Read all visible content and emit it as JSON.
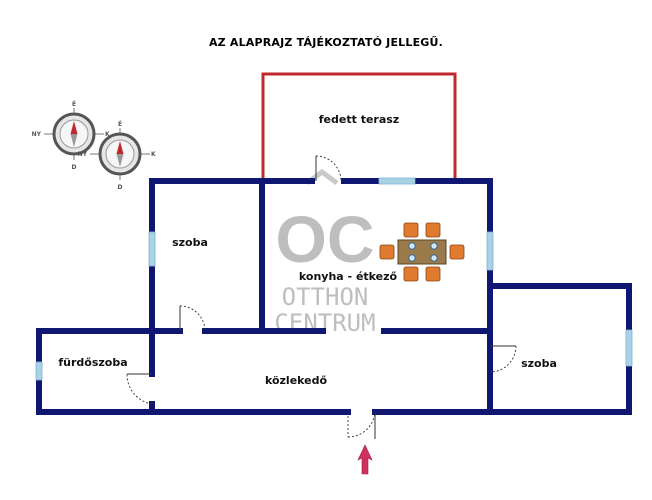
{
  "header": {
    "title": "AZ ALAPRAJZ TÁJÉKOZTATÓ JELLEGŰ."
  },
  "rooms": {
    "terrace": "fedett terasz",
    "room_left": "szoba",
    "kitchen": "konyha - étkező",
    "bathroom": "fürdőszoba",
    "hallway": "közlekedő",
    "room_right": "szoba"
  },
  "watermark": {
    "mark": "OC",
    "line1": "OTTHON",
    "line2": "CENTRUM"
  },
  "compass": {
    "north": "É",
    "south": "D",
    "west": "NY",
    "east": "K"
  },
  "colors": {
    "wall": "#0f1773",
    "terrace_outline": "#c0282d",
    "window": "#a9d2e6",
    "entrance_arrow": "#d12f5e",
    "furniture": "#e07a2e",
    "table": "#9a7a4a",
    "watermark": "#c4c4c4"
  },
  "icons": [
    "compass-icon",
    "door-swing-icon",
    "window-icon",
    "dining-set-icon",
    "entrance-arrow-icon"
  ]
}
